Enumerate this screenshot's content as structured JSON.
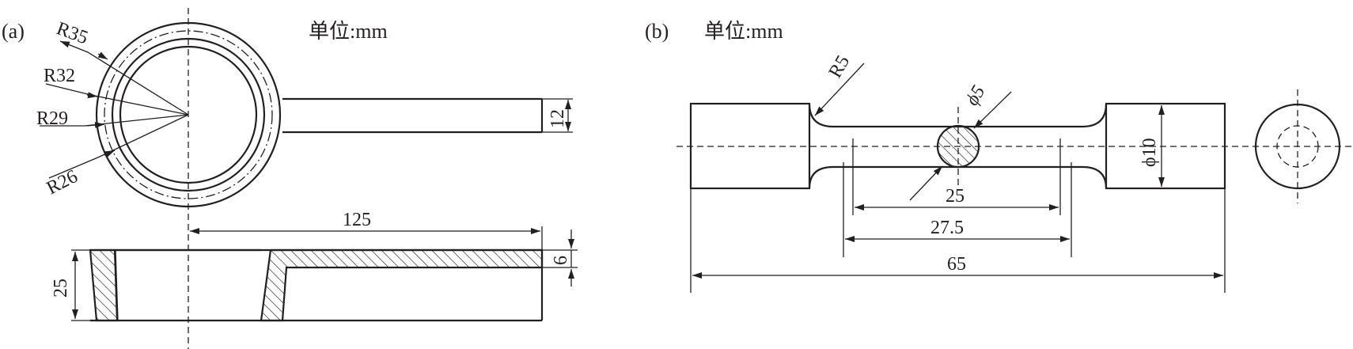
{
  "panel_a": {
    "label": "(a)",
    "unit": "单位:mm",
    "radii": [
      "R35",
      "R32",
      "R29",
      "R26"
    ],
    "handle_width": "12",
    "length": "125",
    "height": "25",
    "thickness": "6"
  },
  "panel_b": {
    "label": "(b)",
    "unit": "单位:mm",
    "fillet": "R5",
    "gauge_diameter": "ϕ5",
    "grip_diameter": "ϕ10",
    "gauge_length": "25",
    "parallel_length": "27.5",
    "total_length": "65"
  }
}
